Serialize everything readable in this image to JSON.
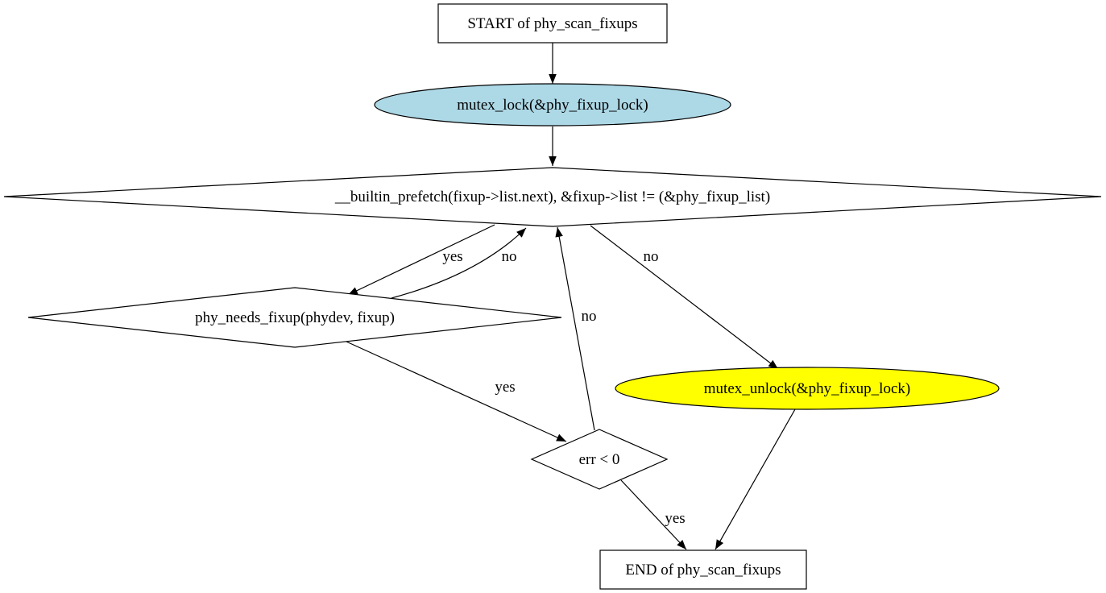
{
  "nodes": {
    "start": "START of phy_scan_fixups",
    "lock": "mutex_lock(&phy_fixup_lock)",
    "loop_cond": "__builtin_prefetch(fixup->list.next), &fixup->list != (&phy_fixup_list)",
    "needs_fixup": "phy_needs_fixup(phydev, fixup)",
    "unlock": "mutex_unlock(&phy_fixup_lock)",
    "err_check": "err < 0",
    "end": "END of phy_scan_fixups"
  },
  "edges": {
    "loop_to_needs": "yes",
    "needs_to_loop": "no",
    "loop_to_unlock": "no",
    "err_to_loop": "no",
    "needs_to_err": "yes",
    "err_to_end": "yes"
  },
  "colors": {
    "lock_fill": "#add8e6",
    "unlock_fill": "#ffff00",
    "default_fill": "#ffffff",
    "stroke": "#000000"
  }
}
